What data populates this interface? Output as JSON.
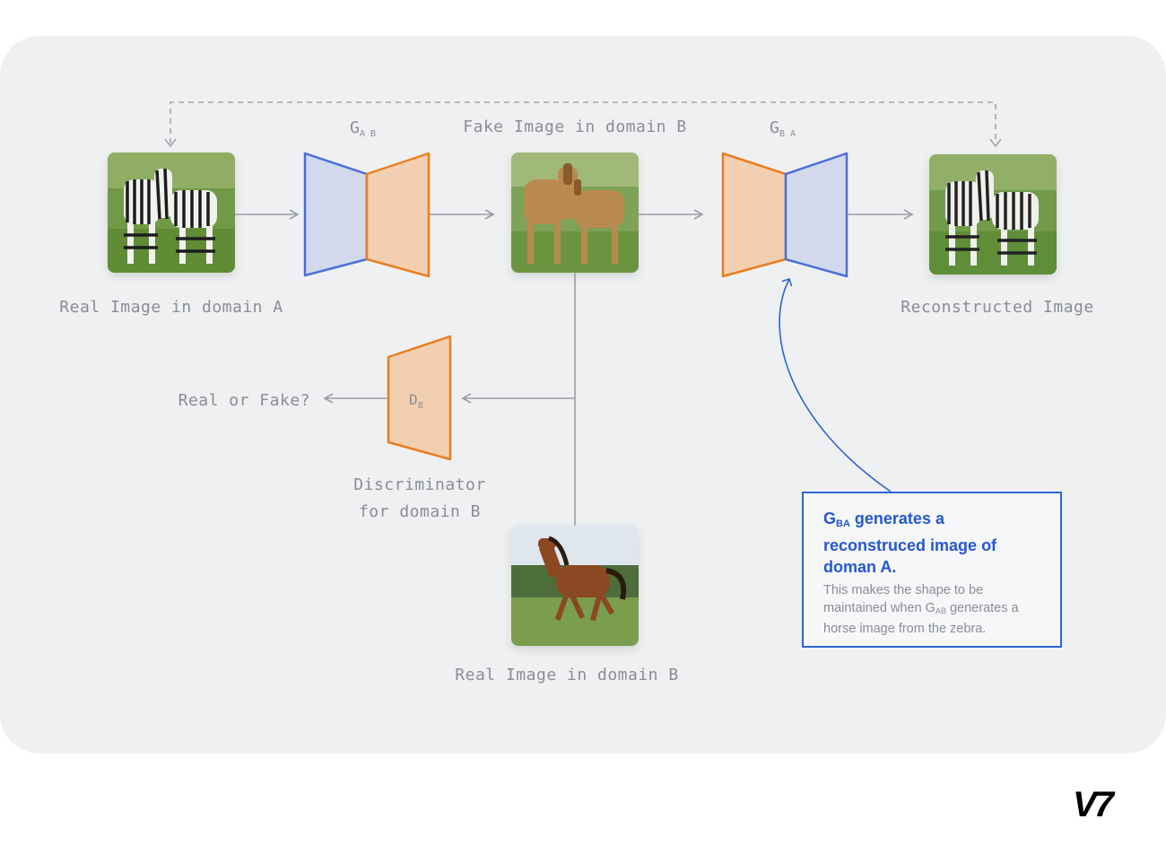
{
  "labels": {
    "real_a": "Real Image in domain A",
    "fake_b": "Fake Image in domain B",
    "reconstructed": "Reconstructed Image",
    "real_or_fake": "Real or Fake?",
    "disc_line1": "Discriminator",
    "disc_line2": "for domain B",
    "real_b": "Real Image in domain B",
    "g_ab_main": "G",
    "g_ab_sub": "A B",
    "g_ba_main": "G",
    "g_ba_sub": "B A",
    "d_b_main": "D",
    "d_b_sub": "B"
  },
  "callout": {
    "head_g": "G",
    "head_sub": "BA",
    "head_rest": " generates a reconstruced image of doman A.",
    "body_1": "This makes the shape to be maintained when G",
    "body_sub": "AB",
    "body_2": " generates a horse image from the zebra."
  },
  "colors": {
    "generator_blue": "#4a6fd8",
    "generator_orange": "#ea7d1e",
    "callout_blue": "#2457d6"
  },
  "logo_text": "V7"
}
